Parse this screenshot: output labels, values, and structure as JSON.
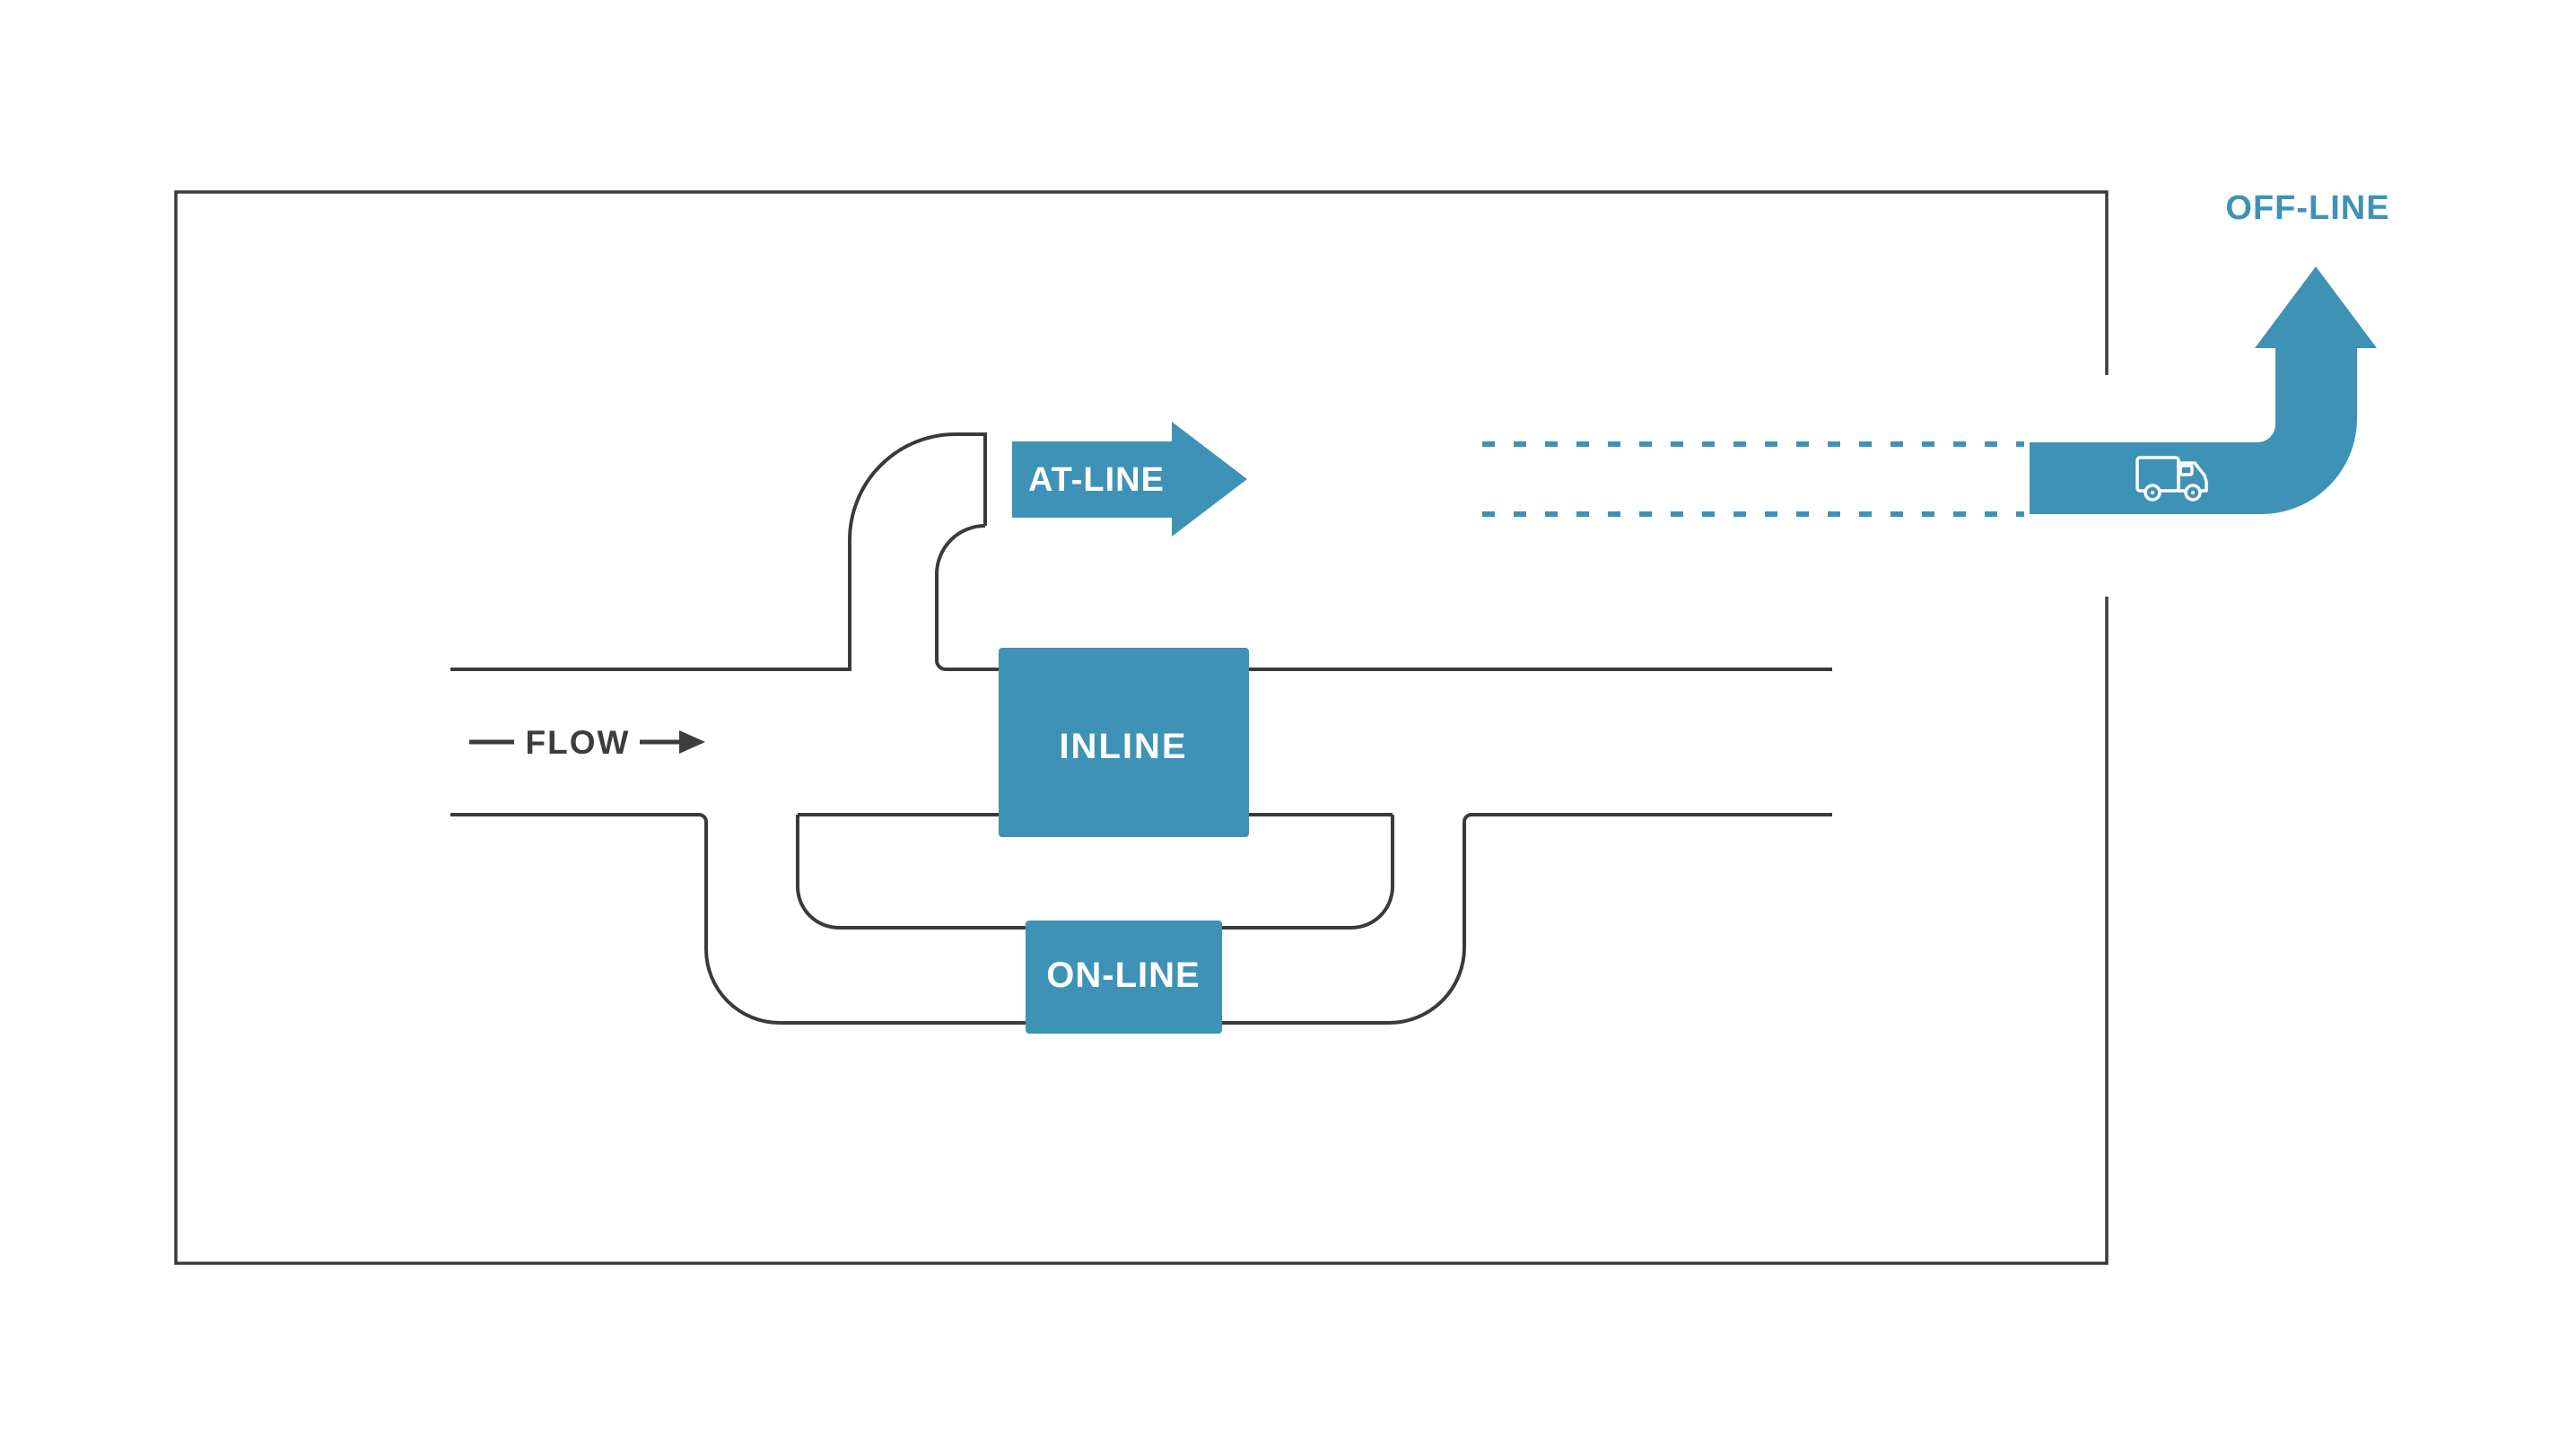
{
  "diagram": {
    "labels": {
      "flow": "FLOW",
      "at_line": "AT-LINE",
      "inline": "INLINE",
      "on_line": "ON-LINE",
      "off_line": "OFF-LINE"
    },
    "colors": {
      "accent_blue": "#3E92B6",
      "line_dark": "#3A3A3A",
      "text_dark": "#3D3D3D",
      "icon_white": "#FFFFFF",
      "background": "#FFFFFF"
    },
    "icons": {
      "truck": "delivery-truck-icon"
    }
  }
}
